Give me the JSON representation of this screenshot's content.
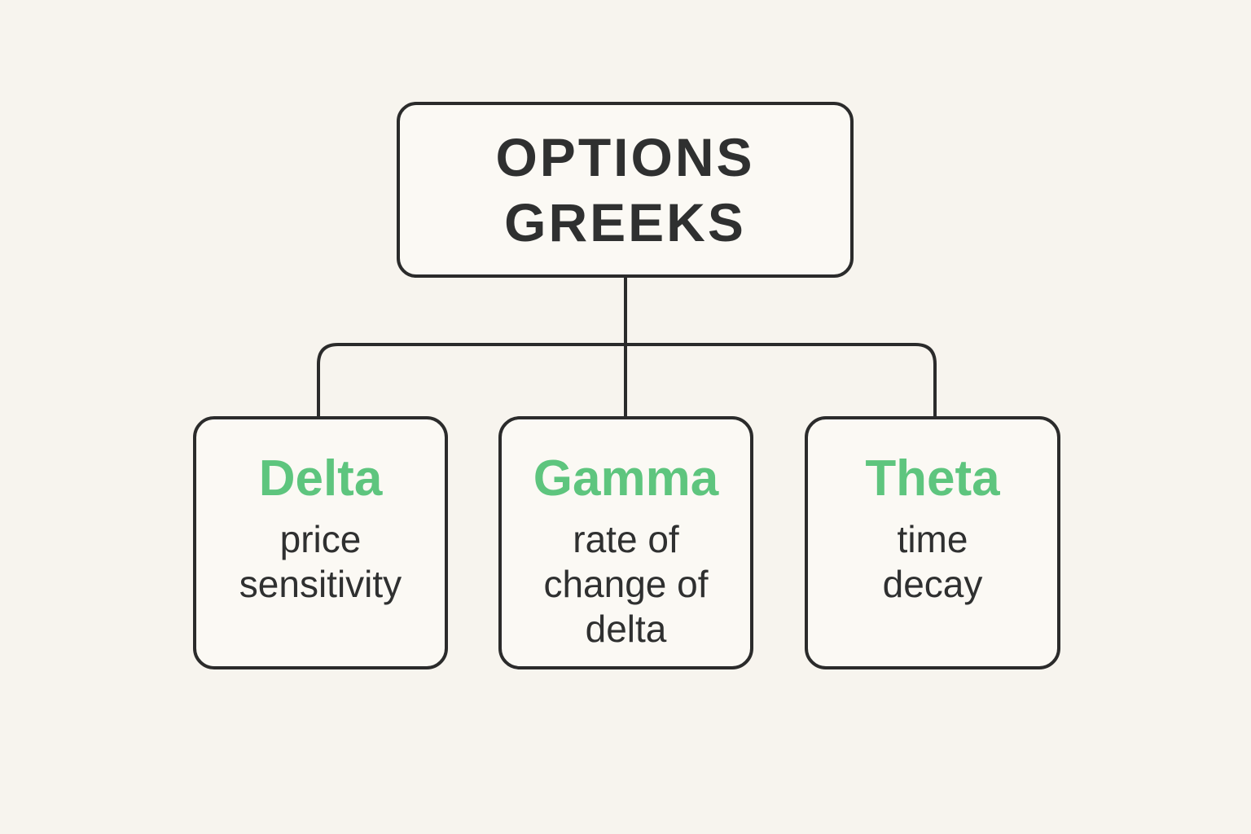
{
  "diagram": {
    "root": {
      "title_lines": [
        "OPTIONS",
        "GREEKS"
      ]
    },
    "children": [
      {
        "name": "Delta",
        "desc_lines": [
          "price",
          "sensitivity"
        ]
      },
      {
        "name": "Gamma",
        "desc_lines": [
          "rate of",
          "change of",
          "delta"
        ]
      },
      {
        "name": "Theta",
        "desc_lines": [
          "time",
          "decay"
        ]
      }
    ]
  },
  "colors": {
    "background": "#f7f4ee",
    "node_fill": "#fbf9f4",
    "line": "#2b2b2b",
    "text": "#2f3030",
    "accent_green": "#5ec57e"
  }
}
